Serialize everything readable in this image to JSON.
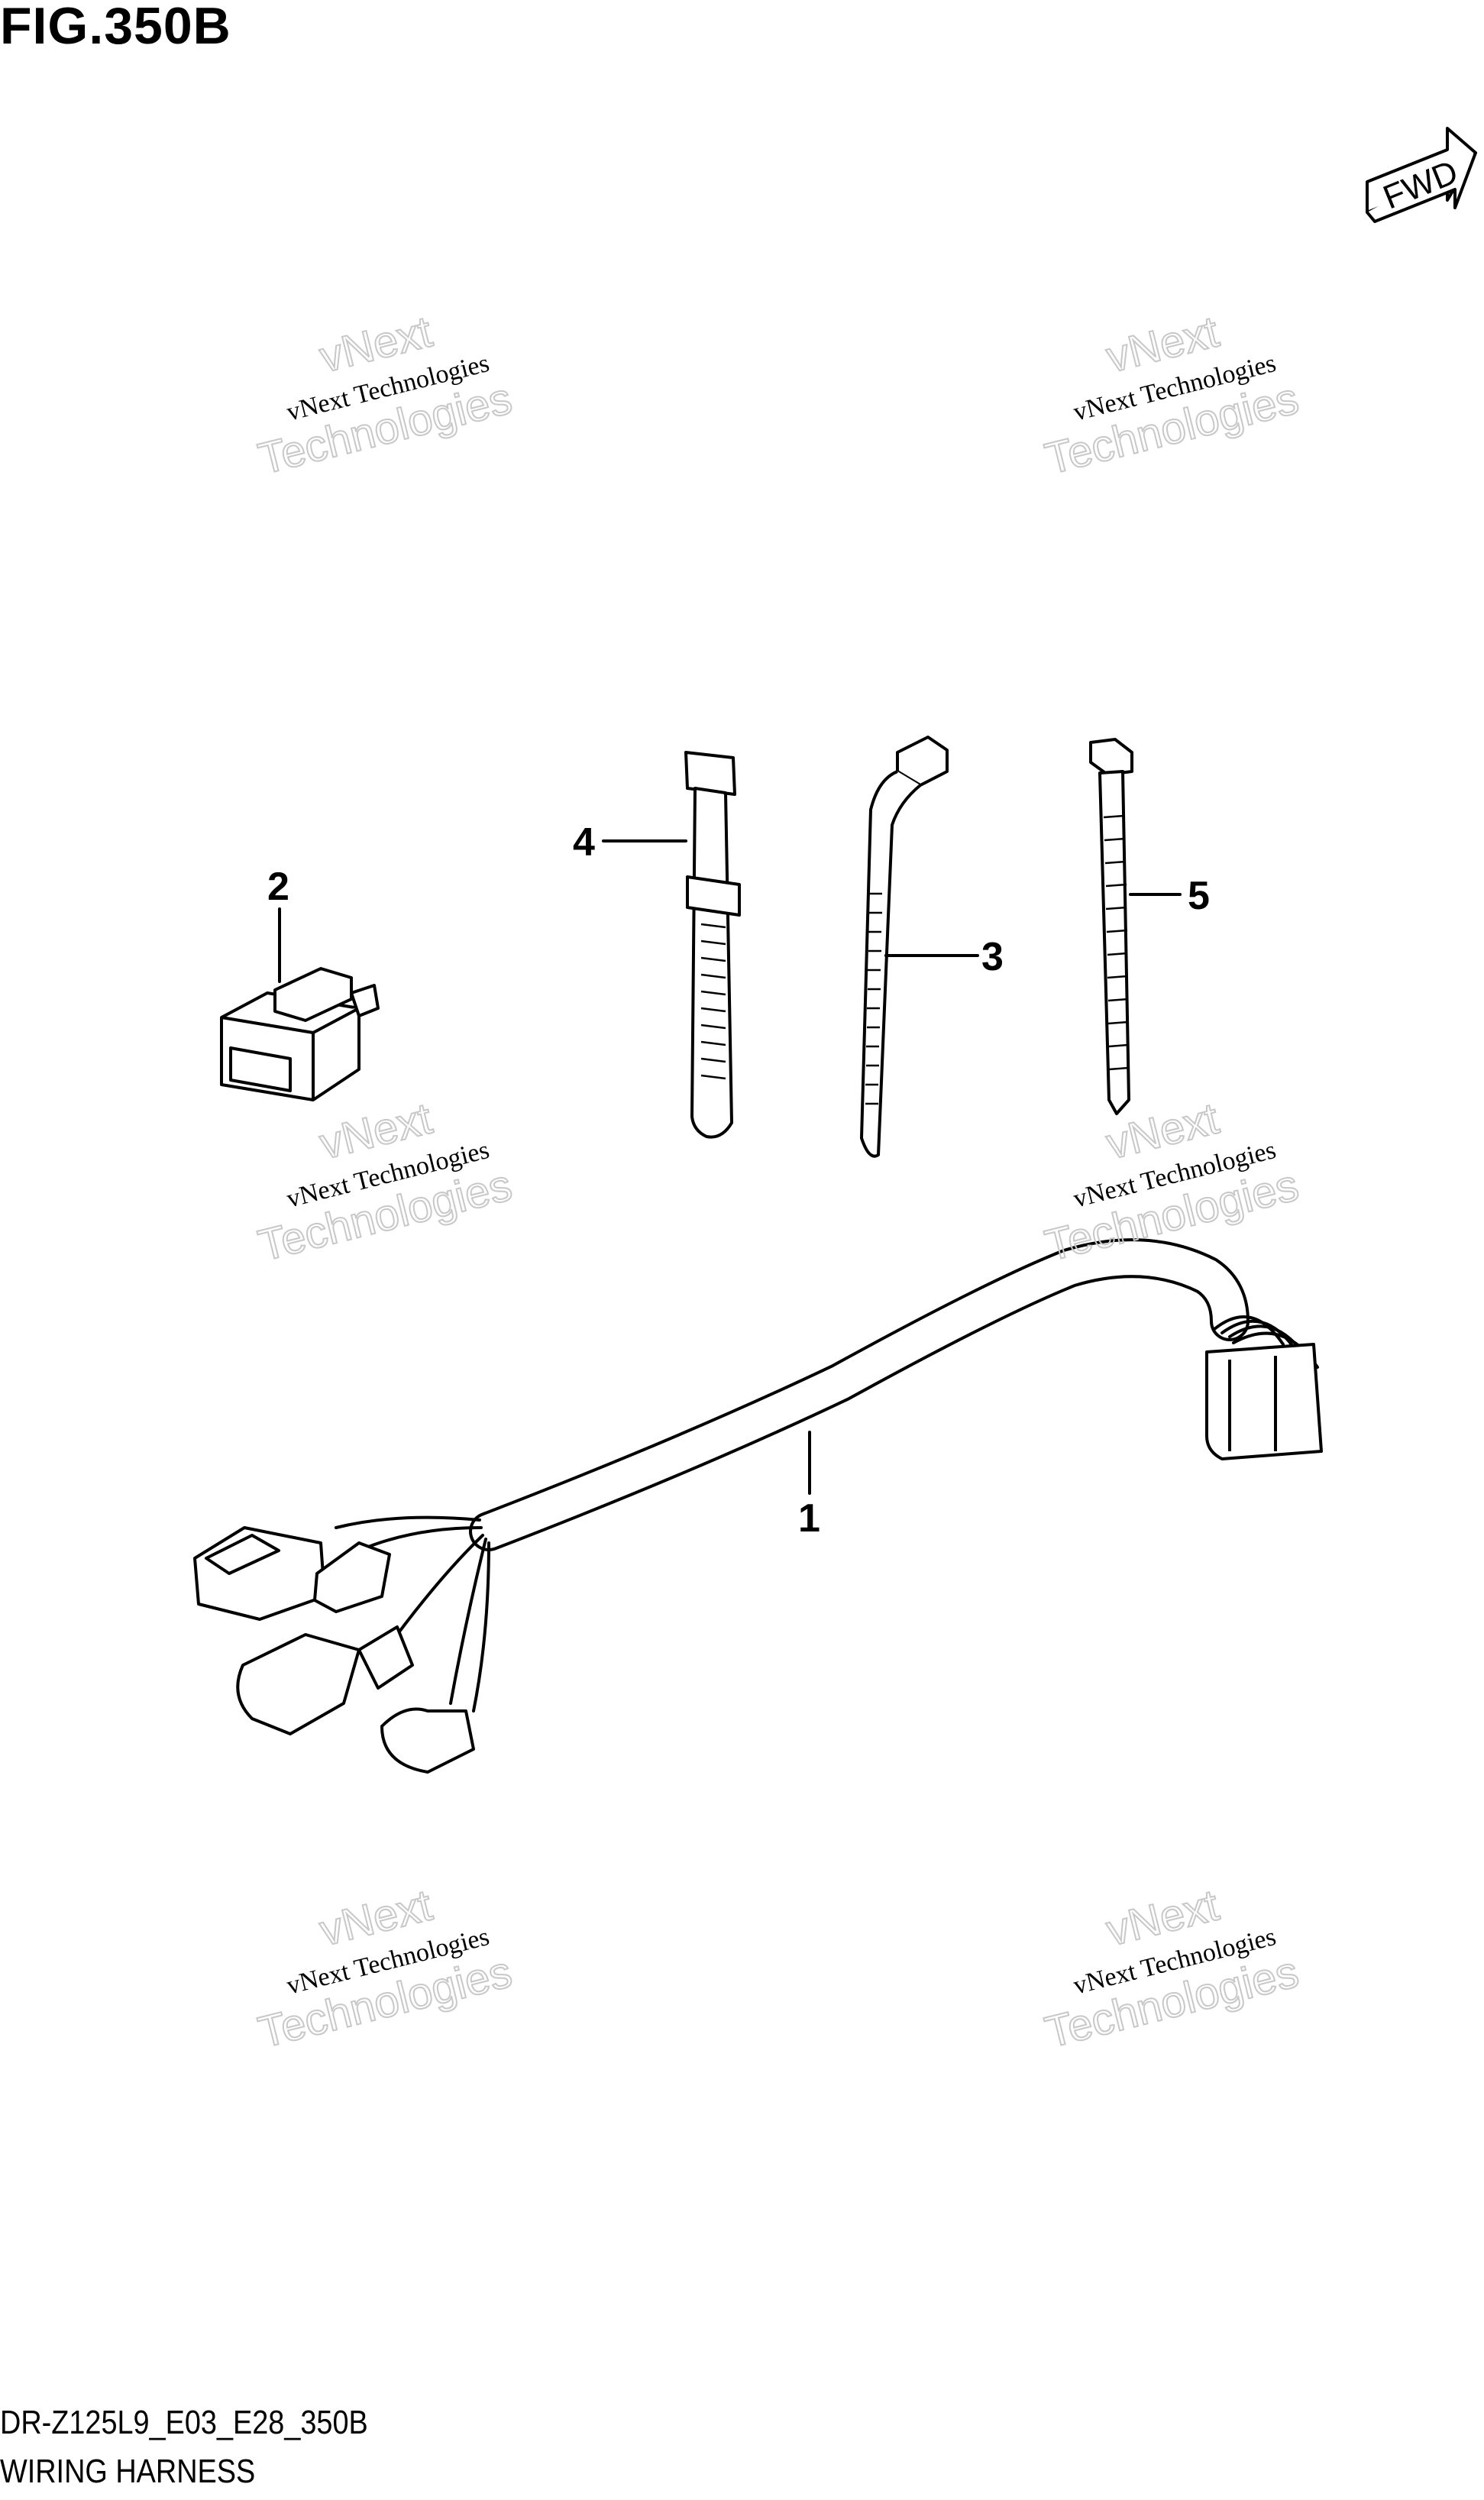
{
  "figure": {
    "title": "FIG.350B",
    "model_code": "DR-Z125L9_E03_E28_350B",
    "part_name": "WIRING HARNESS"
  },
  "direction_arrow": {
    "label": "FWD"
  },
  "callouts": [
    "1",
    "2",
    "3",
    "4",
    "5"
  ],
  "watermark": {
    "line1": "vNext Technologies",
    "line2": "vNext",
    "line3": "Technologies"
  }
}
